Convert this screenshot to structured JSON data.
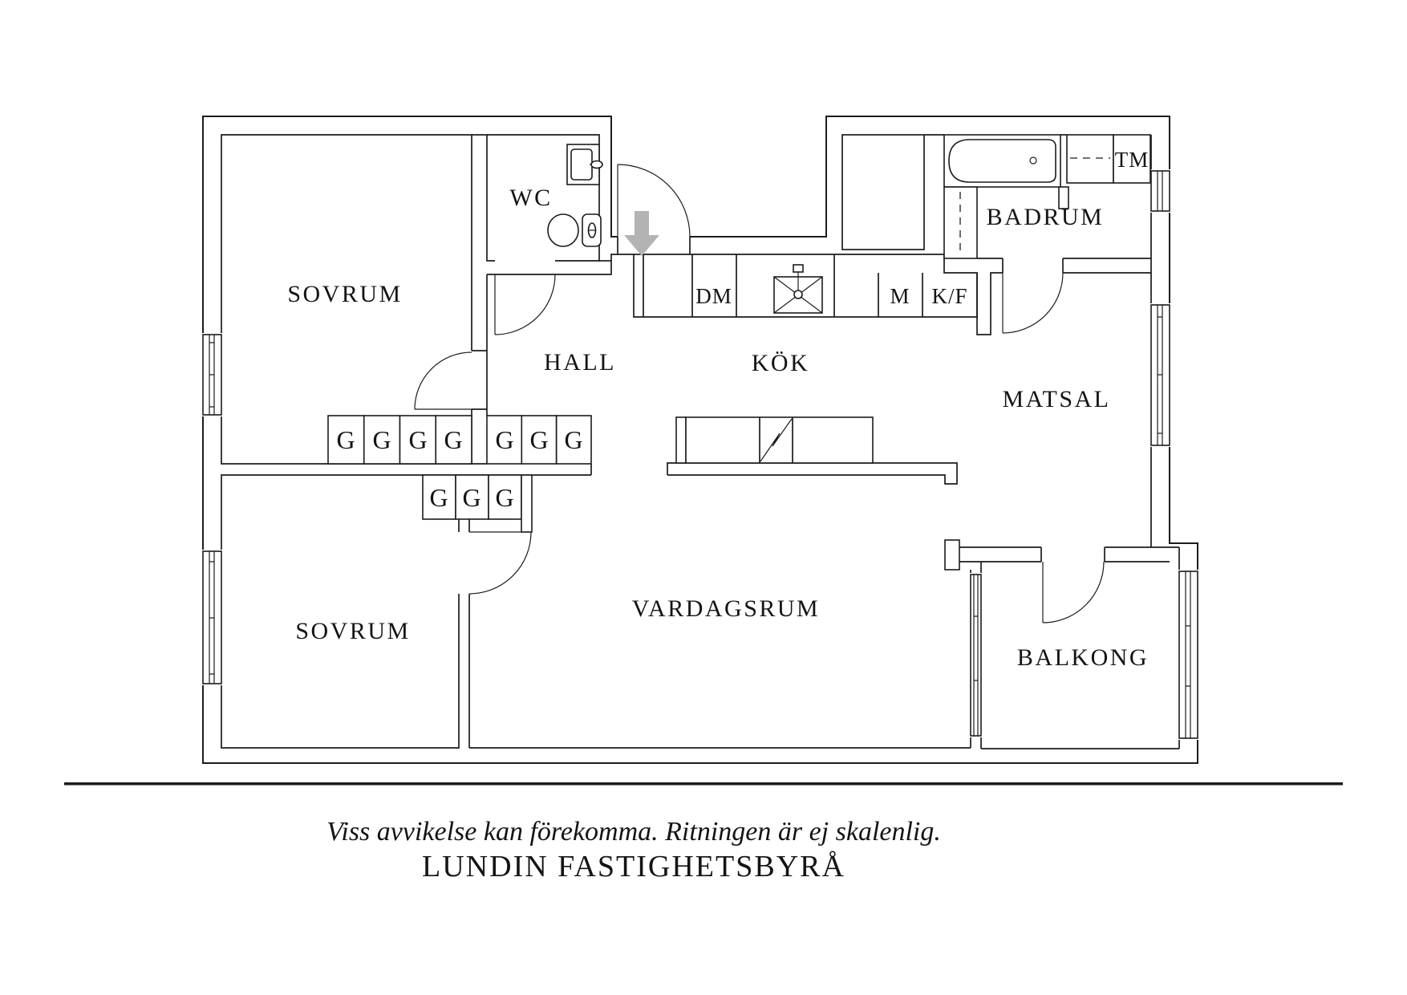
{
  "colors": {
    "ink": "#1c1c1c",
    "arrow_gray": "#b3b3b3",
    "background": "#ffffff"
  },
  "rooms": [
    {
      "id": "sovrum-1",
      "label": "SOVRUM"
    },
    {
      "id": "wc",
      "label": "WC"
    },
    {
      "id": "hall",
      "label": "HALL"
    },
    {
      "id": "kok",
      "label": "KÖK"
    },
    {
      "id": "badrum",
      "label": "BADRUM"
    },
    {
      "id": "matsal",
      "label": "MATSAL"
    },
    {
      "id": "sovrum-2",
      "label": "SOVRUM"
    },
    {
      "id": "vardagsrum",
      "label": "VARDAGSRUM"
    },
    {
      "id": "balkong",
      "label": "BALKONG"
    }
  ],
  "appliances": [
    {
      "id": "dishwasher",
      "label": "DM"
    },
    {
      "id": "microwave",
      "label": "M"
    },
    {
      "id": "fridge-freezer",
      "label": "K/F"
    },
    {
      "id": "washing-machine",
      "label": "TM"
    }
  ],
  "wardrobe": {
    "label": "G",
    "top_left_count": 4,
    "top_right_count": 3,
    "bottom_count": 3
  },
  "footer": {
    "disclaimer": "Viss avvikelse kan förekomma. Ritningen är ej skalenlig.",
    "agency": "LUNDIN FASTIGHETSBYRÅ"
  }
}
